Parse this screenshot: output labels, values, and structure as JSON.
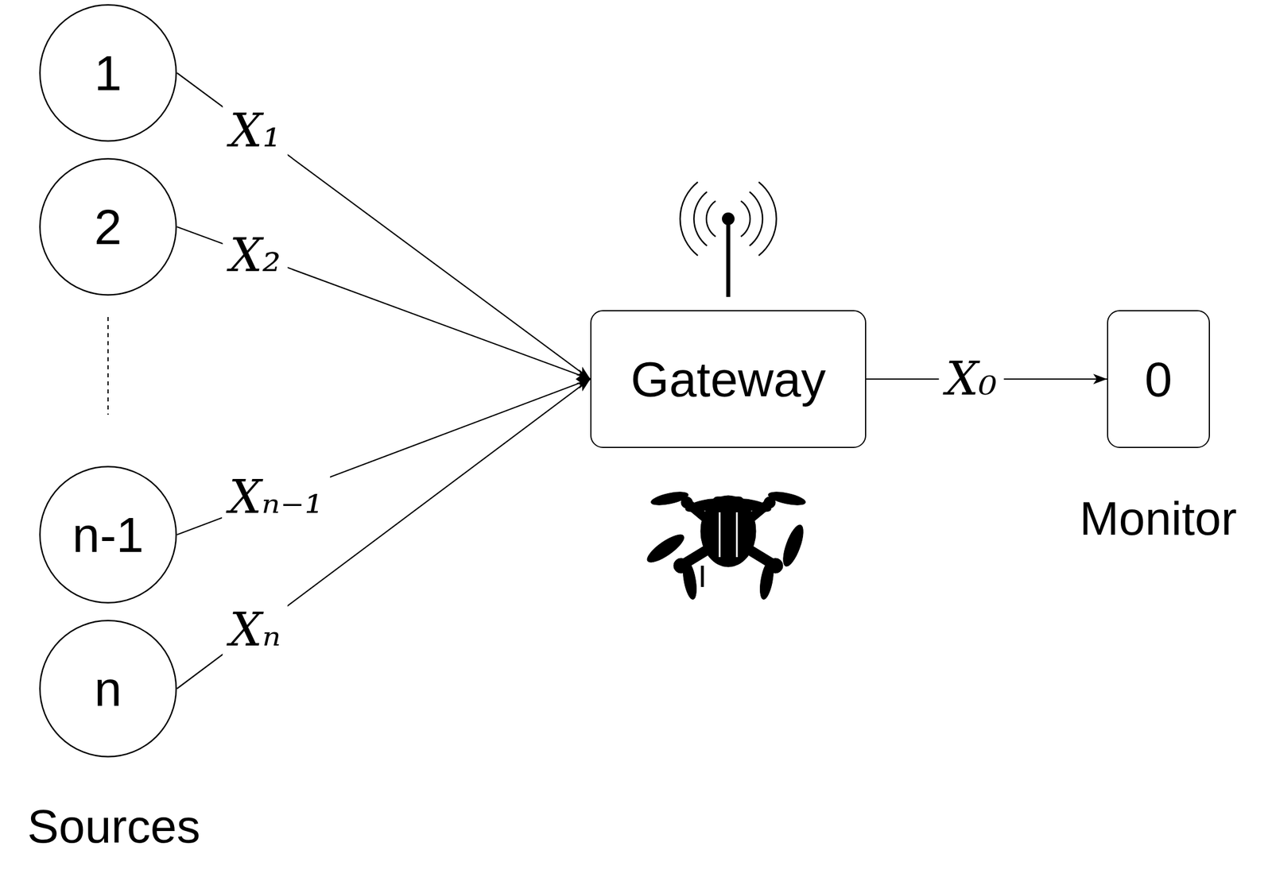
{
  "diagram": {
    "nodes": [
      {
        "text": [
          "1"
        ]
      },
      {
        "text": [
          "2"
        ]
      },
      {
        "text": [
          "n-1"
        ]
      },
      {
        "text": [
          "n"
        ]
      },
      {
        "text": [
          "Gateway"
        ]
      },
      {
        "text": [
          "0"
        ]
      }
    ],
    "edges": [
      {
        "from": 0,
        "to": 4,
        "arrow": "to",
        "label": "X₁"
      },
      {
        "from": 1,
        "to": 4,
        "arrow": "to",
        "label": "X₂"
      },
      {
        "from": 2,
        "to": 4,
        "arrow": "to",
        "label": "Xₙ₋₁"
      },
      {
        "from": 3,
        "to": 4,
        "arrow": "to",
        "label": "Xₙ"
      },
      {
        "from": 4,
        "to": 5,
        "arrow": "to",
        "label": "X₀"
      }
    ],
    "labels": [
      "Sources",
      "Monitor"
    ]
  }
}
